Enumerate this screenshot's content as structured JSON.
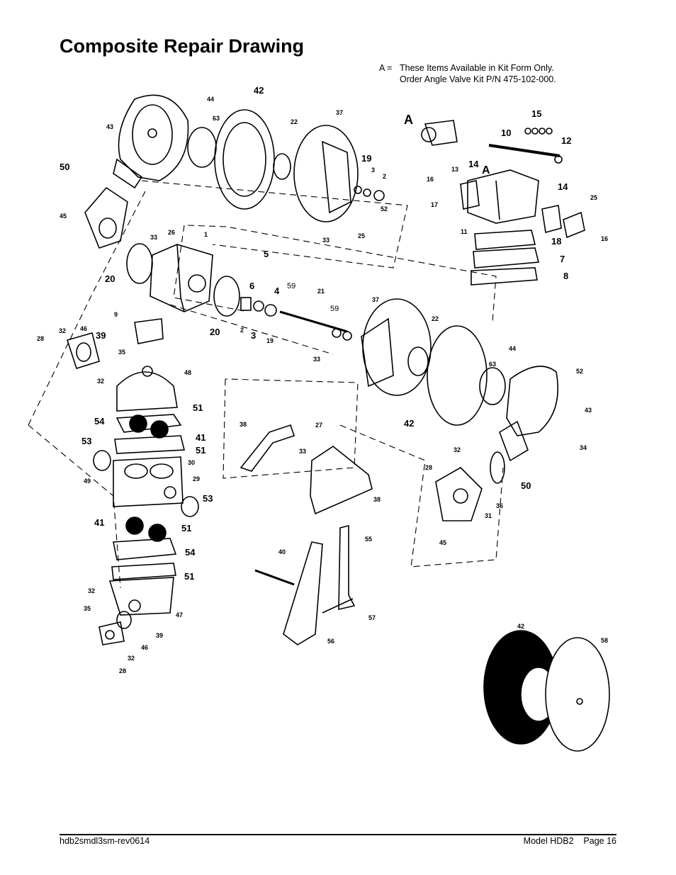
{
  "page": {
    "title": "Composite Repair Drawing",
    "note": {
      "prefix": "A =",
      "line1": "These Items Available in Kit Form Only.",
      "line2": "Order Angle Valve Kit P/N 475-102-000."
    },
    "footer": {
      "left": "hdb2smdl3sm-rev0614",
      "right": "Model HDB2    Page 16"
    }
  },
  "callouts": [
    "42",
    "44",
    "63",
    "43",
    "22",
    "37",
    "50",
    "45",
    "19",
    "3",
    "2",
    "52",
    "25",
    "33",
    "A",
    "15",
    "10",
    "12",
    "16",
    "13",
    "14",
    "17",
    "11",
    "18",
    "7",
    "8",
    "26",
    "1",
    "20",
    "5",
    "6",
    "4",
    "59",
    "21",
    "9",
    "28",
    "32",
    "46",
    "39",
    "35",
    "48",
    "51",
    "54",
    "41",
    "53",
    "49",
    "30",
    "29",
    "47",
    "34",
    "36",
    "31",
    "38",
    "27",
    "40",
    "55",
    "56",
    "57",
    "58"
  ]
}
